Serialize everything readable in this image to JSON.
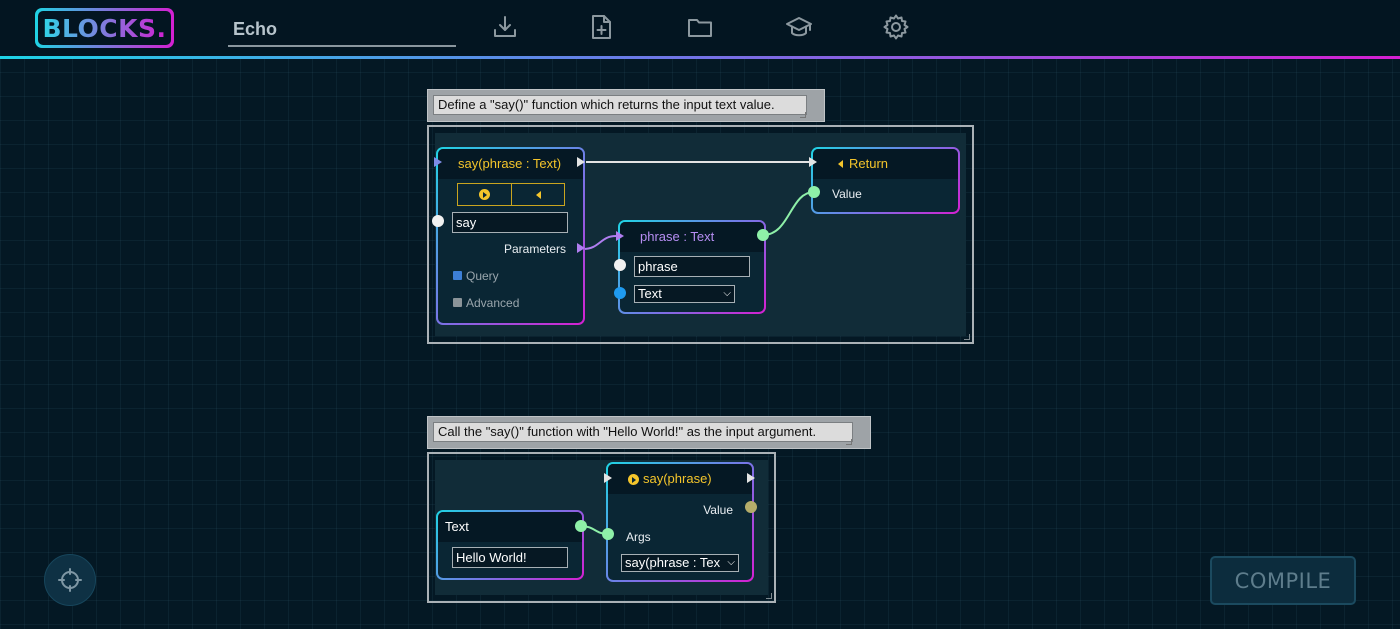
{
  "app": {
    "logo_text": "BLOCKS.",
    "project_title": "Echo"
  },
  "toolbar": {
    "icons": [
      "download-icon",
      "new-file-icon",
      "folder-icon",
      "graduation-cap-icon",
      "gear-icon"
    ]
  },
  "colors": {
    "accent_cyan": "#1fd4e4",
    "accent_magenta": "#d51fd1",
    "accent_gold": "#f4c52b",
    "background": "#041824"
  },
  "groups": [
    {
      "comment": "Define a \"say()\" function which returns the input text value.",
      "nodes": {
        "function_def": {
          "title": "say(phrase : Text)",
          "name_value": "say",
          "parameters_label": "Parameters",
          "query_label": "Query",
          "query_checked": true,
          "advanced_label": "Advanced",
          "advanced_checked": false
        },
        "parameter": {
          "title": "phrase : Text",
          "name_value": "phrase",
          "type_value": "Text"
        },
        "return": {
          "title": "Return",
          "value_label": "Value"
        }
      }
    },
    {
      "comment": "Call the \"say()\" function with \"Hello World!\" as the input argument.",
      "nodes": {
        "text": {
          "title": "Text",
          "value": "Hello World!"
        },
        "call": {
          "title": "say(phrase)",
          "value_label": "Value",
          "args_label": "Args",
          "function_value": "say(phrase : Tex"
        }
      }
    }
  ],
  "actions": {
    "compile_label": "COMPILE",
    "locate_icon": "crosshair-icon"
  }
}
